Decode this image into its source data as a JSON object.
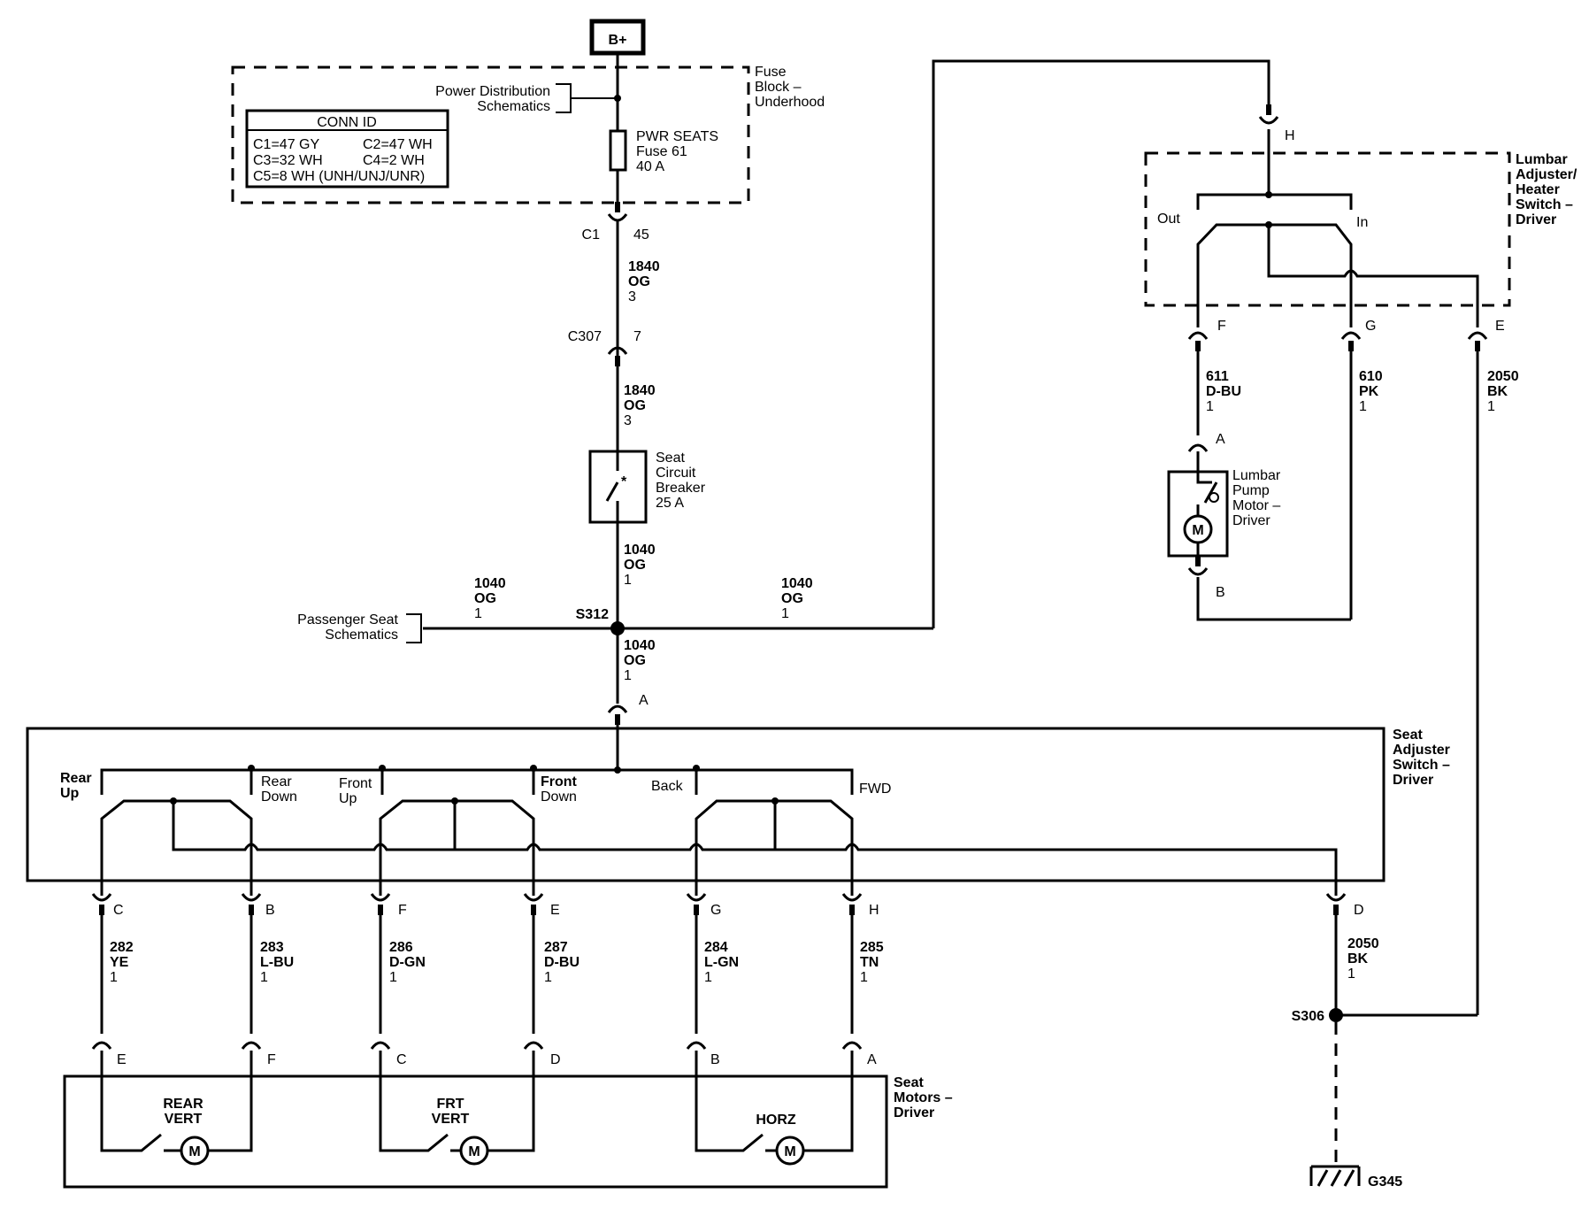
{
  "battery": "B+",
  "fuse_block": {
    "label_lines": [
      "Fuse",
      "Block –",
      "Underhood"
    ],
    "power_dist_lines": [
      "Power Distribution",
      "Schematics"
    ],
    "conn_id": {
      "title": "CONN ID",
      "rows": [
        [
          "C1=47 GY",
          "C2=47 WH"
        ],
        [
          "C3=32 WH",
          "C4=2 WH"
        ],
        [
          "C5=8 WH (UNH/UNJ/UNR)"
        ]
      ]
    },
    "fuse_lines": [
      "PWR SEATS",
      "Fuse 61",
      "40 A"
    ]
  },
  "connectors": {
    "c1": "C1",
    "c1_pin": "45",
    "c307": "C307",
    "c307_pin": "7"
  },
  "wires": {
    "w1840a": [
      "1840",
      "OG",
      "3"
    ],
    "w1840b": [
      "1840",
      "OG",
      "3"
    ],
    "w1040_cb": [
      "1040",
      "OG",
      "1"
    ],
    "w1040_left": [
      "1040",
      "OG",
      "1"
    ],
    "w1040_right": [
      "1040",
      "OG",
      "1"
    ],
    "w1040_down": [
      "1040",
      "OG",
      "1"
    ],
    "w611": [
      "611",
      "D-BU",
      "1"
    ],
    "w610": [
      "610",
      "PK",
      "1"
    ],
    "w2050_top": [
      "2050",
      "BK",
      "1"
    ],
    "w282": [
      "282",
      "YE",
      "1"
    ],
    "w283": [
      "283",
      "L-BU",
      "1"
    ],
    "w286": [
      "286",
      "D-GN",
      "1"
    ],
    "w287": [
      "287",
      "D-BU",
      "1"
    ],
    "w284": [
      "284",
      "L-GN",
      "1"
    ],
    "w285": [
      "285",
      "TN",
      "1"
    ],
    "w2050_bot": [
      "2050",
      "BK",
      "1"
    ]
  },
  "circuit_breaker_lines": [
    "Seat",
    "Circuit",
    "Breaker",
    "25 A"
  ],
  "splices": {
    "s312": "S312",
    "s306": "S306"
  },
  "passenger_lines": [
    "Passenger Seat",
    "Schematics"
  ],
  "lumbar_switch": {
    "label_lines": [
      "Lumbar",
      "Adjuster/",
      "Heater",
      "Switch –",
      "Driver"
    ],
    "pos_out": "Out",
    "pos_in": "In",
    "pins": {
      "h": "H",
      "f": "F",
      "g": "G",
      "e": "E"
    }
  },
  "lumbar_motor": {
    "label_lines": [
      "Lumbar",
      "Pump",
      "Motor –",
      "Driver"
    ],
    "motor_symbol": "M",
    "pins": {
      "a": "A",
      "b": "B"
    }
  },
  "seat_switch": {
    "label_lines": [
      "Seat",
      "Adjuster",
      "Switch –",
      "Driver"
    ],
    "pin_a": "A",
    "positions": {
      "rear_up": [
        "Rear",
        "Up"
      ],
      "rear_down": [
        "Rear",
        "Down"
      ],
      "front_up": [
        "Front",
        "Up"
      ],
      "front_down": [
        "Front",
        "Down"
      ],
      "back": "Back",
      "fwd": "FWD"
    },
    "pins": {
      "c": "C",
      "b": "B",
      "f": "F",
      "e": "E",
      "g": "G",
      "h": "H",
      "d": "D"
    }
  },
  "seat_motors": {
    "label_lines": [
      "Seat",
      "Motors –",
      "Driver"
    ],
    "rear_vert": [
      "REAR",
      "VERT"
    ],
    "frt_vert": [
      "FRT",
      "VERT"
    ],
    "horz": "HORZ",
    "motor_symbol": "M",
    "pins": {
      "e": "E",
      "f": "F",
      "c": "C",
      "d": "D",
      "b": "B",
      "a": "A"
    }
  },
  "ground": "G345"
}
